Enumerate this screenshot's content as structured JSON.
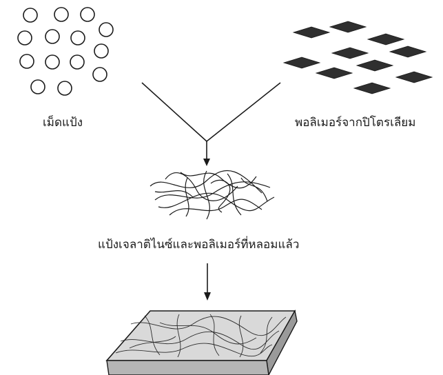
{
  "labels": {
    "starch_granules": "เม็ดแป้ง",
    "petroleum_polymer": "พอลิเมอร์จากปิโตรเลียม",
    "melted_mixture": "แป้งเจลาติไนซ์และพอลิเมอร์ที่หลอมแล้ว"
  },
  "colors": {
    "ink": "#1a1a1a",
    "polymer_fill": "#2f2f2f",
    "sheet_fill": "#d9d9d9"
  }
}
